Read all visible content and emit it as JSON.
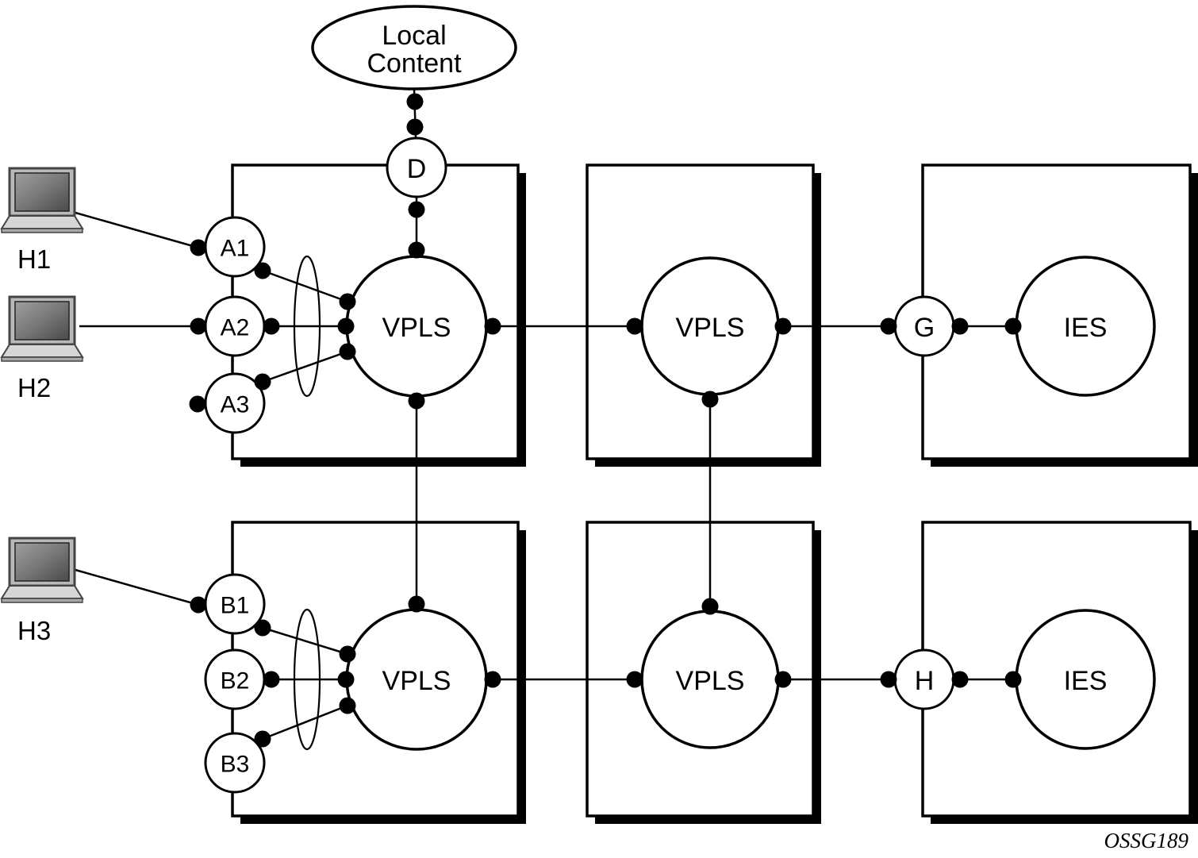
{
  "diagram": {
    "cloud": {
      "label_line1": "Local",
      "label_line2": "Content"
    },
    "hosts": {
      "h1": "H1",
      "h2": "H2",
      "h3": "H3"
    },
    "saps": {
      "a1": "A1",
      "a2": "A2",
      "a3": "A3",
      "b1": "B1",
      "b2": "B2",
      "b3": "B3"
    },
    "gateways": {
      "d": "D",
      "g": "G",
      "h": "H"
    },
    "services": {
      "vpls_top_left": "VPLS",
      "vpls_top_mid": "VPLS",
      "vpls_bottom_left": "VPLS",
      "vpls_bottom_mid": "VPLS",
      "ies_top": "IES",
      "ies_bottom": "IES"
    },
    "watermark": "OSSG189"
  }
}
